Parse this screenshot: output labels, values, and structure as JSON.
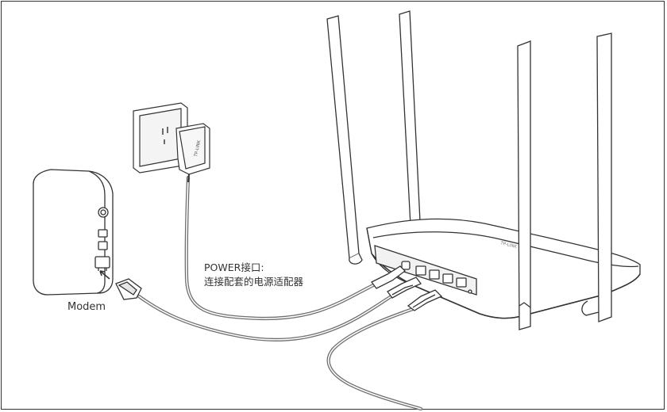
{
  "labels": {
    "modem": "Modem",
    "power_line1": "POWER接口:",
    "power_line2": "连接配套的电源适配器"
  },
  "logos": {
    "adapter_brand": "TP-LINK",
    "router_brand": "TP-LINK"
  },
  "colors": {
    "outline": "#333333",
    "cable": "#7a7a7a",
    "fill": "#ffffff",
    "shade": "#e8e8e8"
  }
}
